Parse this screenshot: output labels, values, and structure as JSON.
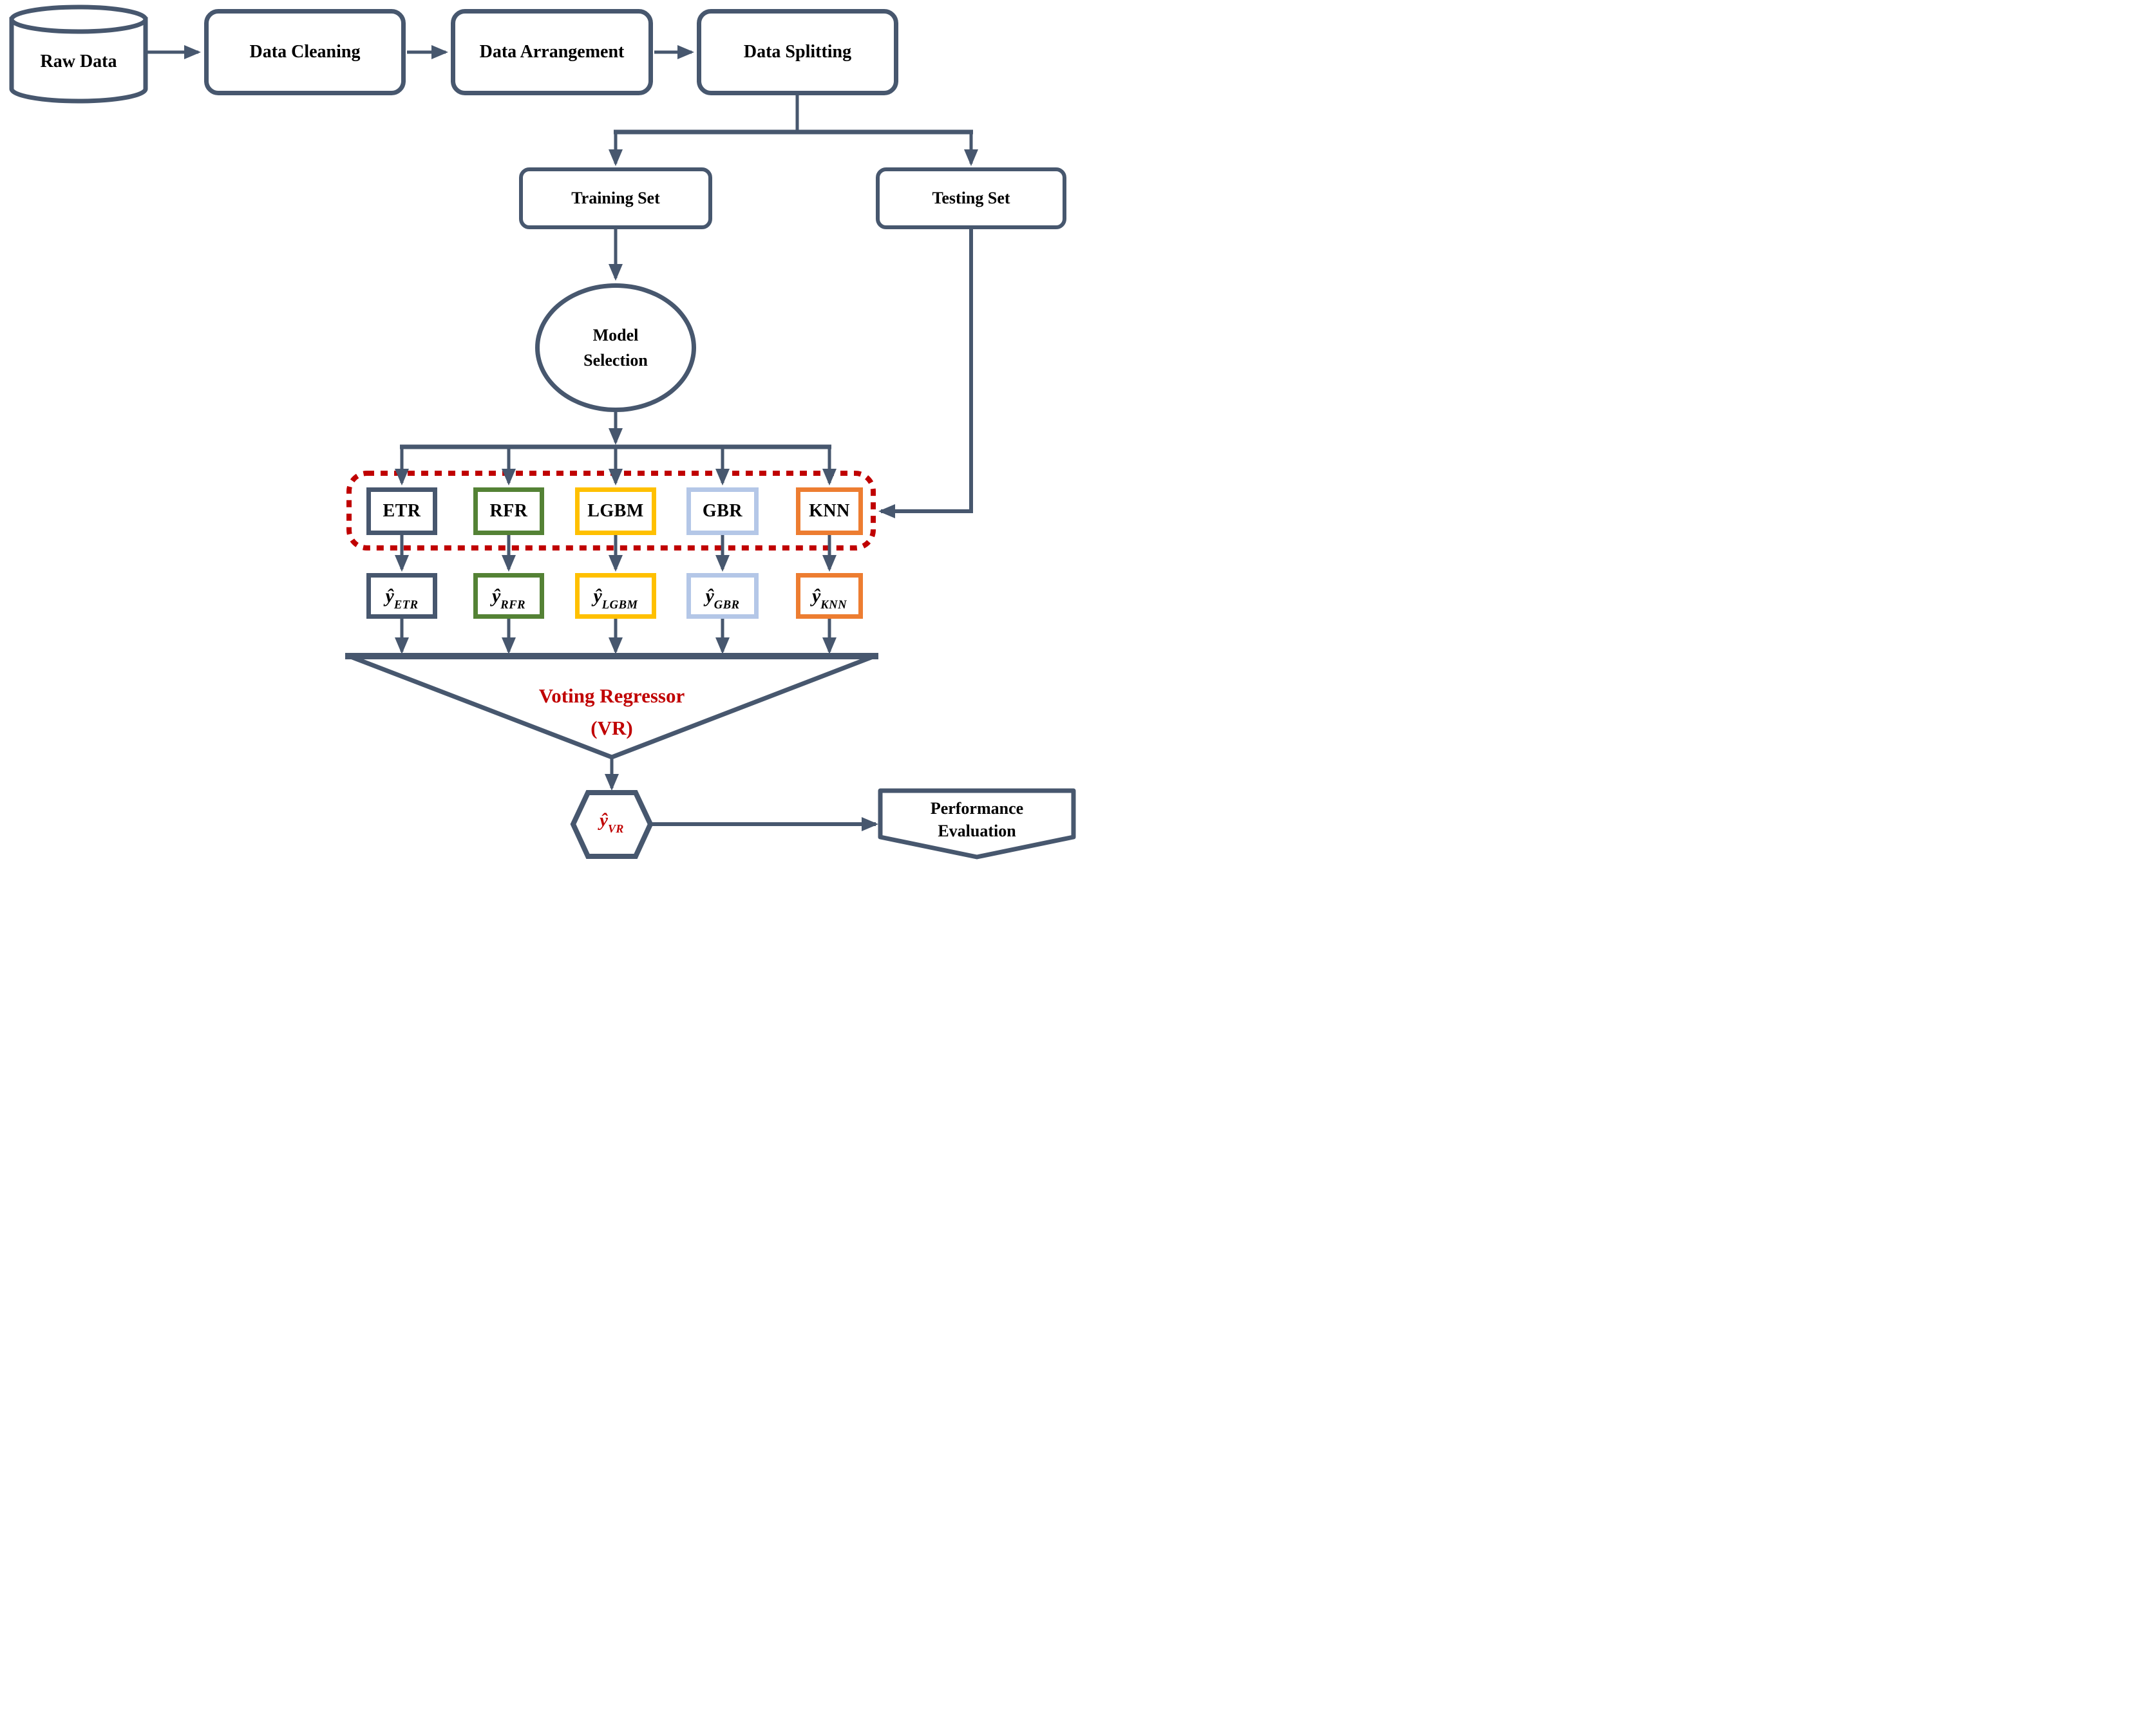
{
  "colors": {
    "wire": "#47576E",
    "accent_red": "#C00000",
    "background": "#FFFFFF"
  },
  "pipeline": {
    "raw_data": {
      "label": "Raw Data",
      "shape": "cylinder"
    },
    "data_cleaning": {
      "label": "Data Cleaning"
    },
    "data_arrangement": {
      "label": "Data Arrangement"
    },
    "data_splitting": {
      "label": "Data Splitting"
    }
  },
  "split": {
    "training": {
      "label": "Training Set"
    },
    "testing": {
      "label": "Testing Set"
    }
  },
  "model_selection": {
    "line1": "Model",
    "line2": "Selection"
  },
  "ensemble": {
    "border_color": "#C00000",
    "border_style": "dotted",
    "models": [
      {
        "label": "ETR",
        "color": "#47576E",
        "yhat_base": "ŷ",
        "yhat_sub": "ETR"
      },
      {
        "label": "RFR",
        "color": "#548235",
        "yhat_base": "ŷ",
        "yhat_sub": "RFR"
      },
      {
        "label": "LGBM",
        "color": "#FFC000",
        "yhat_base": "ŷ",
        "yhat_sub": "LGBM"
      },
      {
        "label": "GBR",
        "color": "#B4C7E7",
        "yhat_base": "ŷ",
        "yhat_sub": "GBR"
      },
      {
        "label": "KNN",
        "color": "#ED7D31",
        "yhat_base": "ŷ",
        "yhat_sub": "KNN"
      }
    ]
  },
  "voting_regressor": {
    "line1": "Voting Regressor",
    "line2": "(VR)",
    "text_color": "#C00000"
  },
  "final_output": {
    "yhat_base": "ŷ",
    "yhat_sub": "VR",
    "text_color": "#C00000"
  },
  "evaluation": {
    "line1": "Performance",
    "line2": "Evaluation"
  }
}
